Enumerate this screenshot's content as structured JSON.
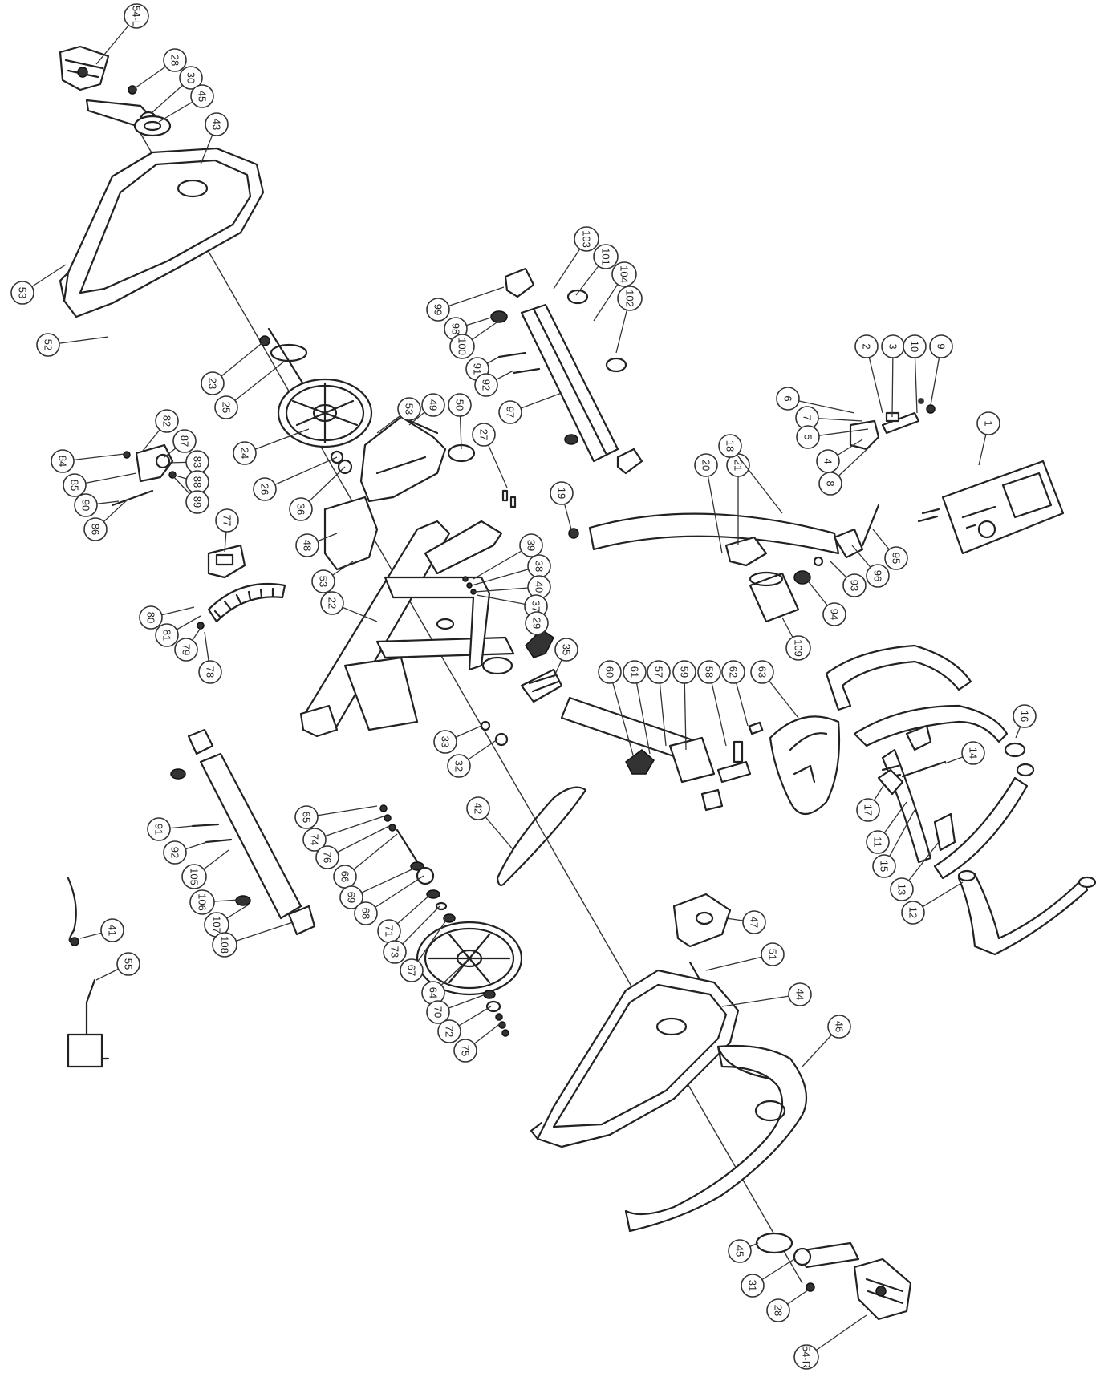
{
  "callouts": [
    "54-L",
    "28",
    "30",
    "45",
    "43",
    "53",
    "52",
    "23",
    "25",
    "24",
    "26",
    "36",
    "53",
    "49",
    "50",
    "48",
    "53",
    "82",
    "84",
    "87",
    "85",
    "83",
    "88",
    "90",
    "89",
    "86",
    "77",
    "80",
    "81",
    "79",
    "78",
    "22",
    "99",
    "98",
    "100",
    "91",
    "92",
    "97",
    "103",
    "101",
    "104",
    "102",
    "27",
    "39",
    "38",
    "40",
    "37",
    "29",
    "35",
    "19",
    "20",
    "21",
    "18",
    "6",
    "7",
    "5",
    "4",
    "8",
    "2",
    "3",
    "10",
    "9",
    "1",
    "95",
    "96",
    "93",
    "94",
    "109",
    "60",
    "61",
    "57",
    "59",
    "58",
    "62",
    "63",
    "16",
    "14",
    "17",
    "11",
    "15",
    "13",
    "12",
    "33",
    "32",
    "42",
    "65",
    "74",
    "76",
    "66",
    "69",
    "68",
    "71",
    "73",
    "67",
    "64",
    "70",
    "72",
    "75",
    "91",
    "92",
    "105",
    "106",
    "107",
    "108",
    "41",
    "55",
    "47",
    "51",
    "44",
    "46",
    "45",
    "31",
    "28",
    "54-R"
  ]
}
